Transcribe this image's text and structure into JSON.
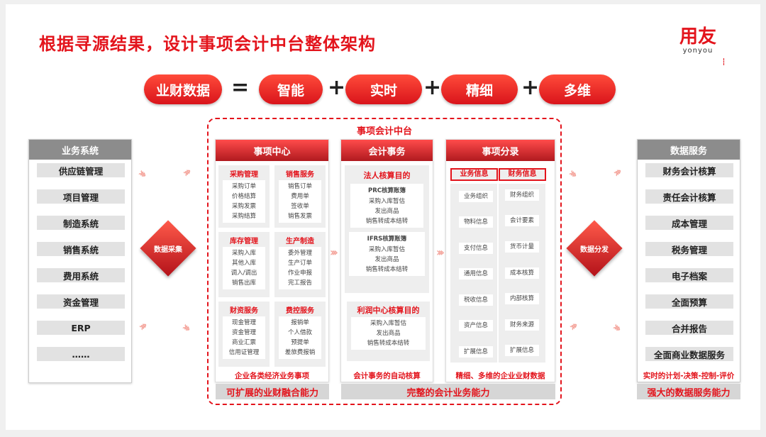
{
  "title": "根据寻源结果，设计事项会计中台整体架构",
  "logo": {
    "cn": "用友",
    "en": "yonyou"
  },
  "formula": {
    "lhs": "业财数据",
    "eq": "=",
    "plus": "+",
    "terms": [
      "智能",
      "实时",
      "精细",
      "多维"
    ]
  },
  "left_panel": {
    "title": "业务系统",
    "items": [
      "供应链管理",
      "项目管理",
      "制造系统",
      "销售系统",
      "费用系统",
      "资金管理",
      "ERP",
      "……"
    ]
  },
  "collect": "数据采集",
  "distribute": "数据分发",
  "platform": {
    "label": "事项会计中台",
    "center": {
      "title": "事项中心",
      "groups": [
        {
          "title": "采购管理",
          "items": [
            "采购订单",
            "价格结算",
            "采购发票",
            "采购结算"
          ]
        },
        {
          "title": "销售服务",
          "items": [
            "销售订单",
            "费用单",
            "签收单",
            "销售发票"
          ]
        },
        {
          "title": "库存管理",
          "items": [
            "采购入库",
            "其他入库",
            "调入/调出",
            "销售出库"
          ]
        },
        {
          "title": "生产制造",
          "items": [
            "委外管理",
            "生产订单",
            "作业申报",
            "完工报告"
          ]
        },
        {
          "title": "财资服务",
          "items": [
            "现金管理",
            "资金管理",
            "商业汇票",
            "信用证管理"
          ]
        },
        {
          "title": "费控服务",
          "items": [
            "报销单",
            "个人借款",
            "预提单",
            "差旅费报销"
          ]
        }
      ],
      "footer": "企业各类经济业务事项",
      "capability": "可扩展的业财融合能力"
    },
    "accounting": {
      "title": "会计事务",
      "legal": "法人核算目的",
      "books": [
        {
          "title": "PRC核算账簿",
          "items": [
            "采购入库暂估",
            "发出商品",
            "销售转成本结转"
          ]
        },
        {
          "title": "IFRS核算账簿",
          "items": [
            "采购入库暂估",
            "发出商品",
            "销售转成本结转"
          ]
        }
      ],
      "profit": {
        "title": "利润中心核算目的",
        "items": [
          "采购入库暂估",
          "发出商品",
          "销售转成本结转"
        ]
      },
      "footer": "会计事务的自动核算"
    },
    "entries": {
      "title": "事项分录",
      "business_header": "业务信息",
      "finance_header": "财务信息",
      "business": [
        "业务组织",
        "物料信息",
        "支付信息",
        "通用信息",
        "税收信息",
        "资产信息",
        "扩展信息"
      ],
      "finance": [
        "财务组织",
        "会计要素",
        "货币计量",
        "成本核算",
        "内部核算",
        "财务来源",
        "扩展信息"
      ],
      "footer": "精细、多维的企业业财数据"
    },
    "capability2": "完整的会计业务能力"
  },
  "right_panel": {
    "title": "数据服务",
    "items": [
      "财务会计核算",
      "责任会计核算",
      "成本管理",
      "税务管理",
      "电子档案",
      "全面预算",
      "合并报告",
      "全面商业数据服务"
    ],
    "footer": "实时的计划-决策-控制-评价",
    "capability": "强大的数据服务能力"
  }
}
